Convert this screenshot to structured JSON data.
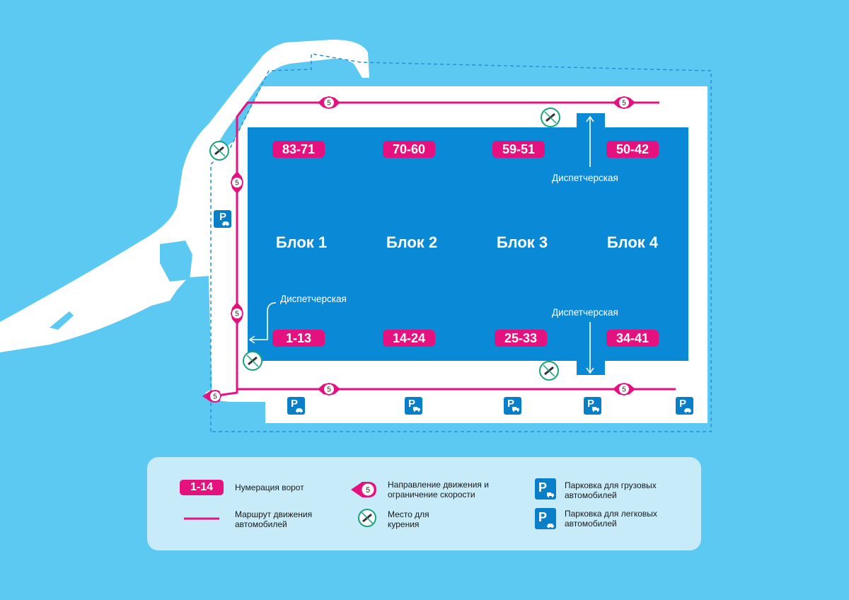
{
  "gates": {
    "top": [
      "83-71",
      "70-60",
      "59-51",
      "50-42"
    ],
    "bottom": [
      "1-13",
      "14-24",
      "25-33",
      "34-41"
    ]
  },
  "blocks": [
    "Блок 1",
    "Блок 2",
    "Блок 3",
    "Блок 4"
  ],
  "dispatch_label": "Диспетчерская",
  "speed_limit": "5",
  "parking_symbol": "P",
  "legend": {
    "gate_sample": "1-14",
    "gate_numbering": "Нумерация ворот",
    "route": "Маршрут движения автомобилей",
    "direction": "Направление движения и ограничение скорости",
    "smoking": "Место для курения",
    "truck_parking": "Парковка для грузовых автомобилей",
    "car_parking": "Парковка для легковых автомобилей"
  },
  "colors": {
    "background": "#5bc9f2",
    "building": "#0a8ad6",
    "road": "#ffffff",
    "route": "#e5117f",
    "smoking": "#1aa37a",
    "parking": "#0a7fc9",
    "legend_panel": "#c7ebf9"
  },
  "icons": {
    "speed_marker": "speed-limit-marker-icon",
    "smoking": "smoking-area-icon",
    "truck_parking": "truck-parking-icon",
    "car_parking": "car-parking-icon"
  }
}
